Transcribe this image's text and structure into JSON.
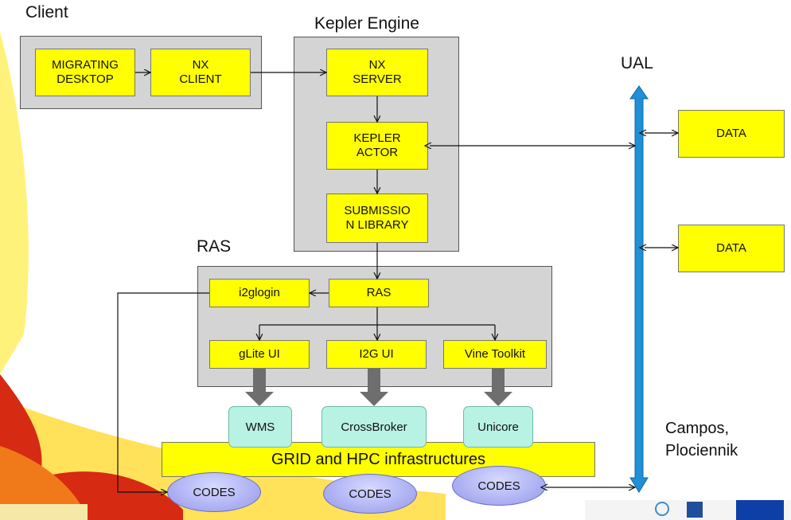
{
  "labels": {
    "client": "Client",
    "kepler_engine": "Kepler Engine",
    "ual": "UAL",
    "ras": "RAS",
    "authors": [
      "Campos,",
      "Plociennik"
    ]
  },
  "boxes": {
    "migrating_desktop": [
      "MIGRATING",
      "DESKTOP"
    ],
    "nx_client": [
      "NX",
      "CLIENT"
    ],
    "nx_server": [
      "NX",
      "SERVER"
    ],
    "kepler_actor": [
      "KEPLER",
      "ACTOR"
    ],
    "submission_library": [
      "SUBMISSIO",
      "N LIBRARY"
    ],
    "ras": "RAS",
    "i2glogin": "i2glogin",
    "glite_ui": "gLite UI",
    "i2g_ui": "I2G UI",
    "vine_toolkit": "Vine Toolkit",
    "data1": "DATA",
    "data2": "DATA"
  },
  "brokers": {
    "wms": "WMS",
    "crossbroker": "CrossBroker",
    "unicore": "Unicore"
  },
  "grid": "GRID and HPC infrastructures",
  "codes": [
    "CODES",
    "CODES",
    "CODES"
  ],
  "colors": {
    "yellow": "#ffff00",
    "grey_panel": "#d4d4d4",
    "ual_bar": "#1f8fd6",
    "teal": "#b8f2e2",
    "lavender": "#a4a8f0",
    "deco_yellow": "#fff27a",
    "deco_red": "#d62a12"
  }
}
